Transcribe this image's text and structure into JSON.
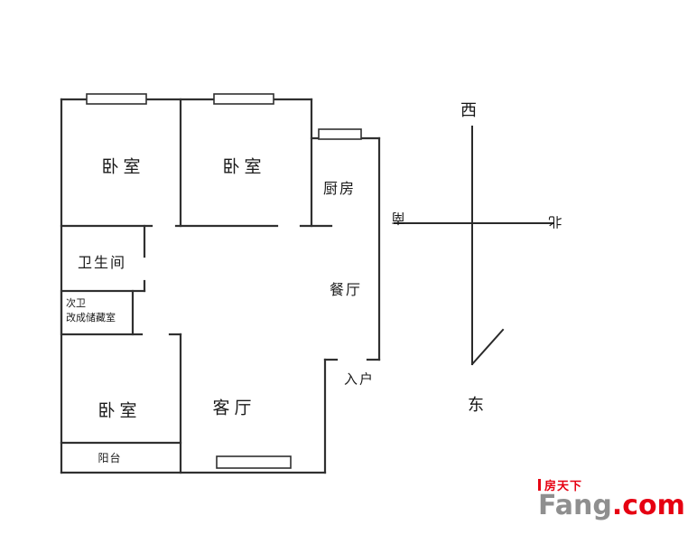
{
  "floorplan": {
    "bedroom_top_left": "卧室",
    "bedroom_top_mid": "卧室",
    "kitchen": "厨房",
    "bathroom": "卫生间",
    "storage_line1": "次卫",
    "storage_line2": "改成储藏室",
    "dining": "餐厅",
    "entrance": "入户",
    "bedroom_bottom_left": "卧室",
    "living_room": "客厅",
    "balcony": "阳台"
  },
  "compass": {
    "west": "西",
    "east": "东",
    "north": "北",
    "south": "南"
  },
  "watermark": {
    "brand_cn": "房天下",
    "brand_en": "Fang",
    "brand_en_suffix": ".com"
  },
  "colors": {
    "wall": "#303030",
    "brand_red": "#e60012",
    "brand_gray": "#8f8f8f"
  }
}
